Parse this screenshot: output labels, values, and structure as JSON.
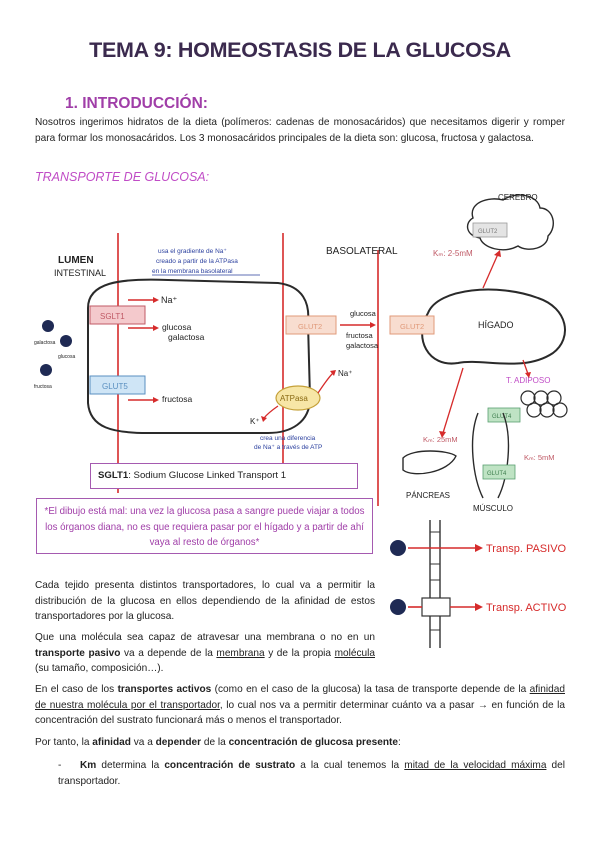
{
  "title": "TEMA 9: HOMEOSTASIS DE LA GLUCOSA",
  "section_heading": "1. INTRODUCCIÓN:",
  "intro_paragraph": "Nosotros ingerimos hidratos de la dieta (polímeros: cadenas de monosacáridos) que necesitamos digerir y romper para formar los monosacáridos. Los 3 monosacáridos principales de la dieta son: glucosa, fructosa y galactosa.",
  "subheading": "TRANSPORTE DE GLUCOSA:",
  "diagram": {
    "lumen_label": "LUMEN INTESTINAL",
    "basolateral_label": "BASOLATERAL",
    "annotation_top": [
      "usa el gradiente de Na⁺",
      "creado a partir de la ATPasa",
      "en la membrana basolateral"
    ],
    "annotation_bottom": [
      "crea una diferencia",
      "de Na⁺ a través de ATP"
    ],
    "sglt1": "SGLT1",
    "glut5": "GLUT5",
    "glut2": "GLUT2",
    "glut4": "GLUT4",
    "atpasa": "ATPasa",
    "na": "Na⁺",
    "k": "K⁺",
    "glucosa": "glucosa",
    "galactosa": "galactosa",
    "fructosa": "fructosa",
    "cerebro": "CEREBRO",
    "higado": "HÍGADO",
    "adiposo": "T. ADIPOSO",
    "pancreas": "PÁNCREAS",
    "musculo": "MÚSCULO",
    "km_cerebro": "Kₘ: 2-5mM",
    "km_pancreas": "Kₘ: 25mM",
    "km_musculo": "Kₘ: 5mM"
  },
  "sglt_caption_bold": "SGLT1",
  "sglt_caption_rest": ": Sodium Glucose Linked Transport 1",
  "note": "*El dibujo está mal: una vez la glucosa pasa a sangre puede viajar a todos los órganos diana, no es que requiera pasar por el hígado y a partir de ahí vaya al resto de órganos*",
  "transport_labels": {
    "passive": "Transp. PASIVO",
    "active": "Transp. ACTIVO"
  },
  "p1": "Cada tejido presenta distintos transportadores, lo cual va a permitir la distribución de la glucosa en ellos dependiendo de la afinidad de estos transportadores por la glucosa.",
  "p2": {
    "a": "Que una molécula sea capaz de atravesar una membrana o no en un ",
    "b": "transporte pasivo",
    "c": " va a depende de la ",
    "d": "membrana",
    "e": " y de la propia ",
    "f": "molécula",
    "g": " (su tamaño, composición…)."
  },
  "p3": {
    "a": "En el caso de los ",
    "b": "transportes activos",
    "c": " (como en el caso de la glucosa) la tasa de transporte depende de la ",
    "d": "afinidad de nuestra molécula por el transportador",
    "e": ", lo cual nos va a permitir determinar cuánto va a pasar → en función de la concentración del sustrato funcionará más o menos el transportador."
  },
  "p4": {
    "a": "Por tanto, la ",
    "b": "afinidad",
    "c": " va a ",
    "d": "depender",
    "e": " de la ",
    "f": "concentración de glucosa presente",
    "g": ":"
  },
  "bullet": {
    "dash": "-",
    "a": "Km",
    "b": " determina la ",
    "c": "concentración de sustrato",
    "d": " a la cual tenemos la ",
    "e": "mitad de la velocidad máxima",
    "f": " del transportador."
  }
}
